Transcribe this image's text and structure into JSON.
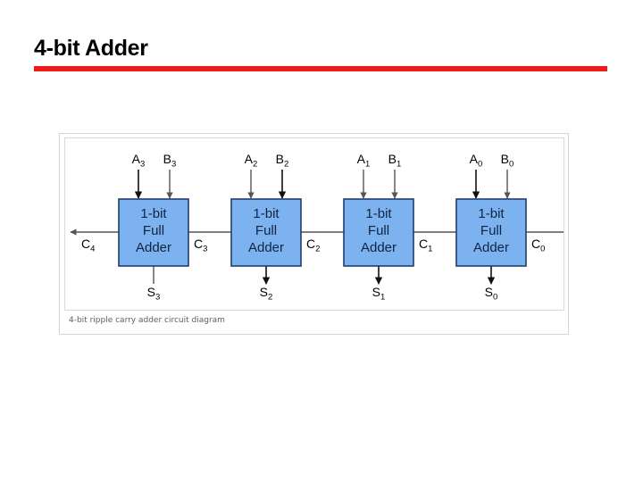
{
  "slide": {
    "title": "4-bit Adder",
    "rule_color": "#ED1C16"
  },
  "figure": {
    "caption": "4-bit ripple carry adder circuit diagram",
    "box_fill": "#7DB2F0",
    "box_stroke": "#1F3D6B",
    "wire_color": "#555555"
  },
  "diagram": {
    "type": "circuit",
    "name": "4-bit ripple carry adder",
    "block_label_lines": [
      "1-bit",
      "Full",
      "Adder"
    ],
    "blocks": [
      {
        "id": "fa3",
        "label_lines": [
          "1-bit",
          "Full",
          "Adder"
        ],
        "inputs": [
          "A3",
          "B3"
        ],
        "carry_in": "C3",
        "carry_out": "C4",
        "sum": "S3"
      },
      {
        "id": "fa2",
        "label_lines": [
          "1-bit",
          "Full",
          "Adder"
        ],
        "inputs": [
          "A2",
          "B2"
        ],
        "carry_in": "C2",
        "carry_out": "C3",
        "sum": "S2"
      },
      {
        "id": "fa1",
        "label_lines": [
          "1-bit",
          "Full",
          "Adder"
        ],
        "inputs": [
          "A1",
          "B1"
        ],
        "carry_in": "C1",
        "carry_out": "C2",
        "sum": "S1"
      },
      {
        "id": "fa0",
        "label_lines": [
          "1-bit",
          "Full",
          "Adder"
        ],
        "inputs": [
          "A0",
          "B0"
        ],
        "carry_in": "C0",
        "carry_out": "C1",
        "sum": "S0"
      }
    ],
    "labels": {
      "a_inputs": [
        "A3",
        "A2",
        "A1",
        "A0"
      ],
      "b_inputs": [
        "B3",
        "B2",
        "B1",
        "B0"
      ],
      "sums": [
        "S3",
        "S2",
        "S1",
        "S0"
      ],
      "carries": [
        "C4",
        "C3",
        "C2",
        "C1",
        "C0"
      ]
    }
  }
}
